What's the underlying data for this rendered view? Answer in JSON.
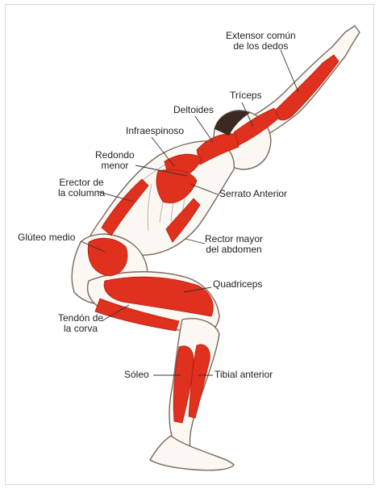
{
  "colors": {
    "muscle": "#e0301e",
    "muscle_dark": "#b11d10",
    "muscle_light": "#f07a5f",
    "skin": "#fbf7f2",
    "outline": "#7a6a5c",
    "bone": "#ece6dc",
    "hair": "#3a2a22",
    "leader": "#333333"
  },
  "labels": {
    "extensor": [
      "Extensor común",
      "de los dedos"
    ],
    "triceps": "Tríceps",
    "deltoides": "Deltoides",
    "infraespinoso": "Infraespinoso",
    "redondo": [
      "Redondo",
      "menor"
    ],
    "erector": [
      "Erector de",
      "la columna"
    ],
    "serrato": "Serrato Anterior",
    "gluteo": "Glúteo medio",
    "rector": [
      "Rector mayor",
      "del abdomen"
    ],
    "quadriceps": "Quadriceps",
    "tendon": [
      "Tendón de",
      "la corva"
    ],
    "soleo": "Sóleo",
    "tibial": "Tibial anterior"
  }
}
